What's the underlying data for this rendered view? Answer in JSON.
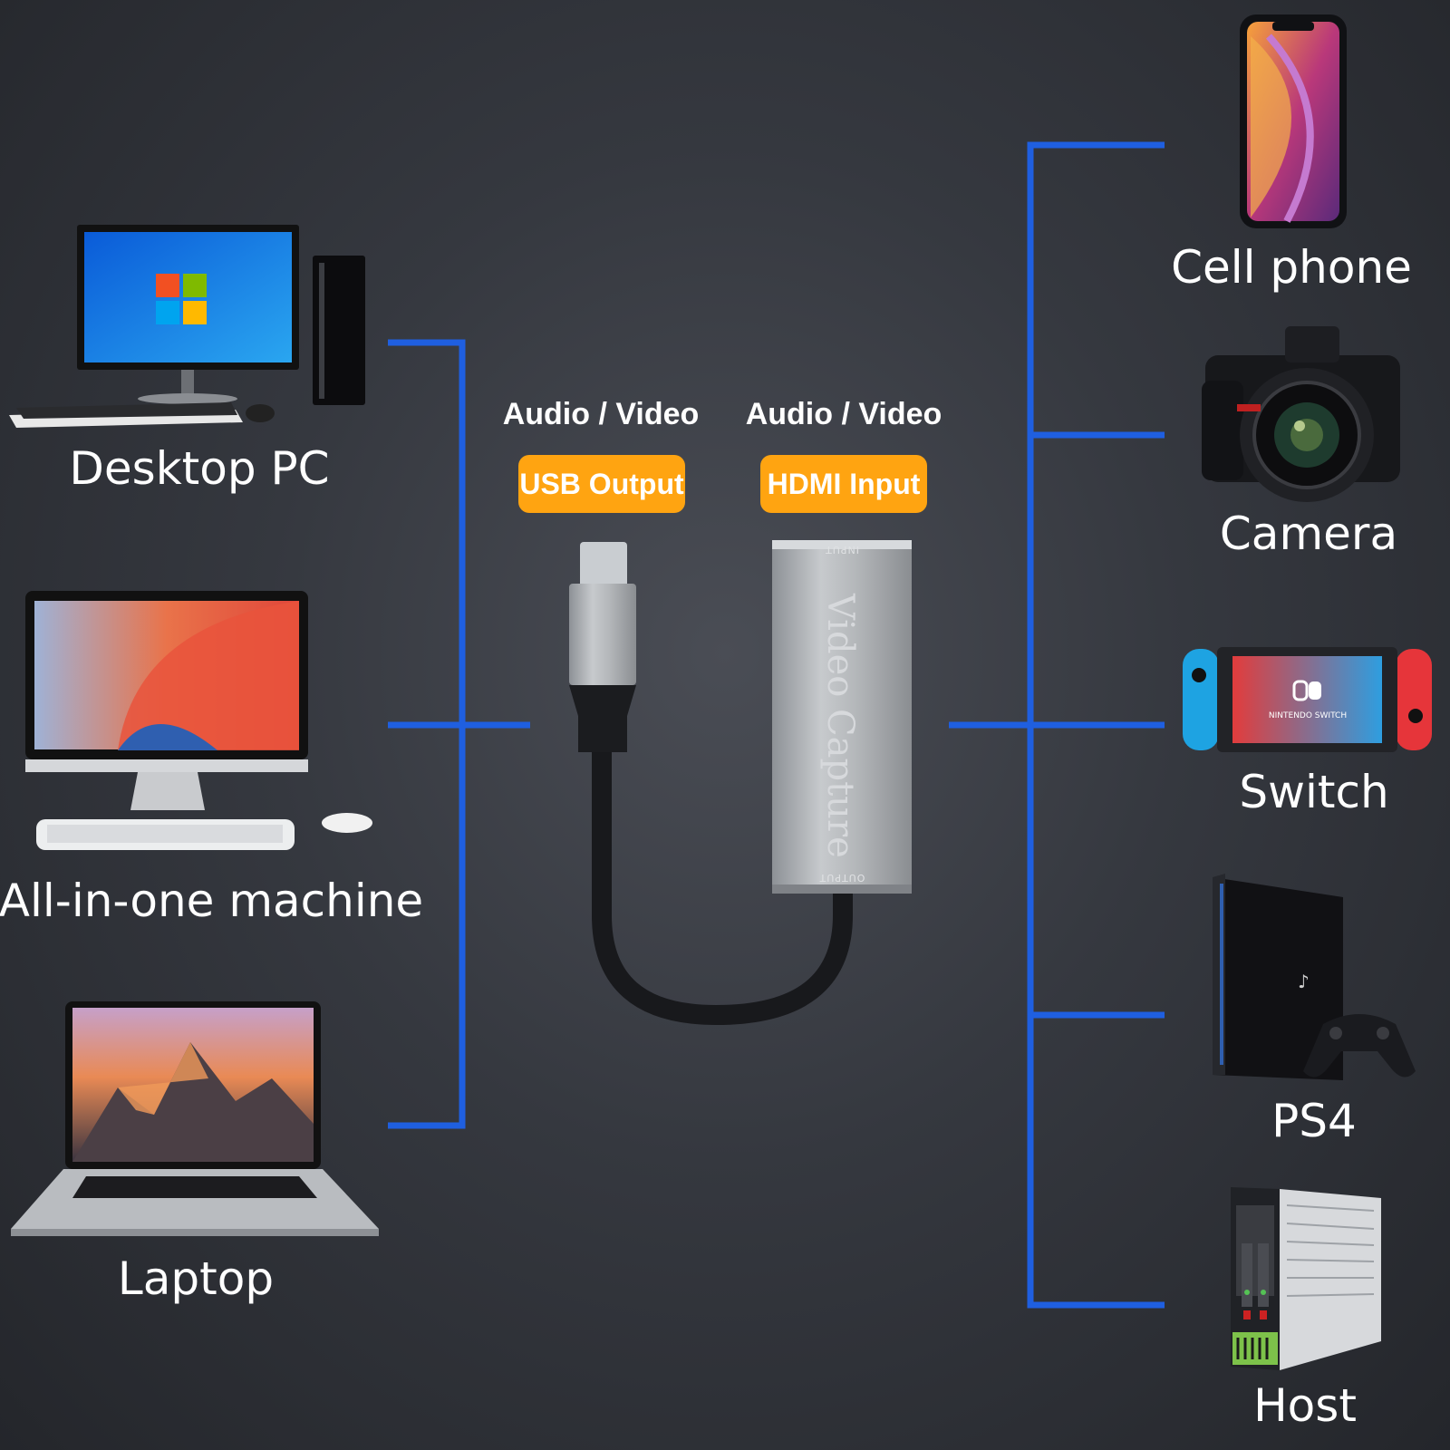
{
  "left_devices": [
    {
      "label": "Desktop PC"
    },
    {
      "label": "All-in-one machine"
    },
    {
      "label": "Laptop"
    }
  ],
  "right_devices": [
    {
      "label": "Cell phone"
    },
    {
      "label": "Camera"
    },
    {
      "label": "Switch"
    },
    {
      "label": "PS4"
    },
    {
      "label": "Host"
    }
  ],
  "usb_side": {
    "caption": "Audio / Video",
    "badge": "USB Output"
  },
  "hdmi_side": {
    "caption": "Audio / Video",
    "badge": "HDMI Input"
  },
  "device": {
    "body_text": "Video Capture",
    "input_port_text": "INPUT",
    "output_port_text": "OUTPUT"
  },
  "switch_logo_text": "NINTENDO SWITCH",
  "colors": {
    "connector_lines": "#1f5fe0",
    "badge": "#ffa411"
  }
}
